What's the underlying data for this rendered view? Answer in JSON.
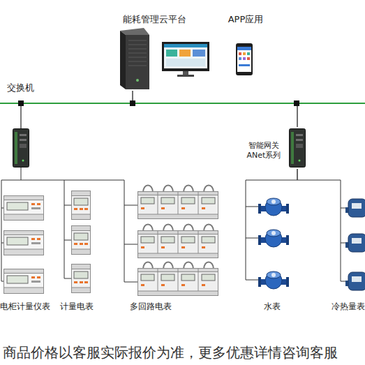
{
  "diagram": {
    "nodes": [
      {
        "text": [
          "能耗管理云平台"
        ]
      },
      {
        "text": [
          "APP应用"
        ]
      },
      {
        "text": [
          "交换机"
        ]
      },
      {
        "text": [
          "智能网关 ANet系列"
        ]
      },
      {
        "text": [
          "电柜计量仪表"
        ]
      },
      {
        "text": [
          "计量电表"
        ]
      },
      {
        "text": [
          "多回路电表"
        ]
      },
      {
        "text": [
          "水表"
        ]
      },
      {
        "text": [
          "冷热量表"
        ]
      }
    ],
    "edges": [
      {
        "from": 0,
        "to": 2,
        "arrow": "none"
      },
      {
        "from": 3,
        "to": 2,
        "arrow": "none"
      },
      {
        "from": 3,
        "to": 7,
        "arrow": "none"
      },
      {
        "from": 3,
        "to": 8,
        "arrow": "none"
      }
    ],
    "labels": [
      "商品价格以客服实际报价为准，更多优惠详情咨询客服"
    ]
  }
}
